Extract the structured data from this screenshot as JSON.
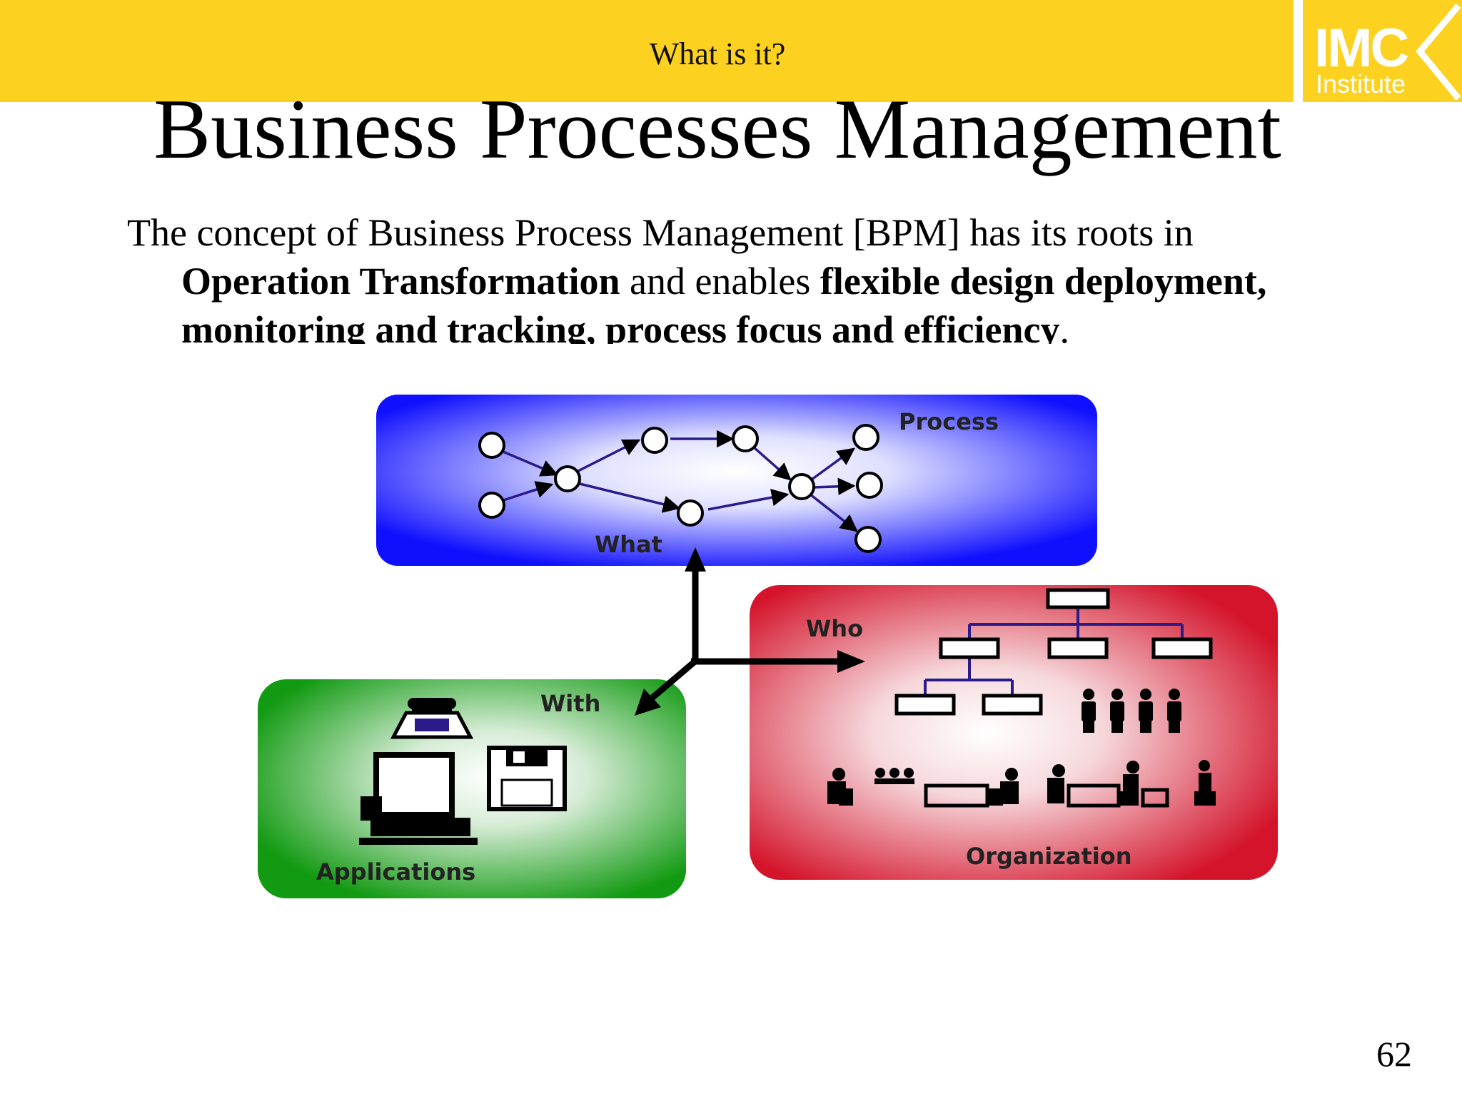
{
  "header": {
    "title": "What is it?"
  },
  "logo": {
    "mark": "IMC",
    "sub": "Institute"
  },
  "slide": {
    "title": "Business Processes Management",
    "intro": "The concept of Business Process Management [BPM] has its roots  in",
    "bold1": "Operation Transformation",
    "mid": " and enables ",
    "bold2": "flexible design deployment,",
    "bold3": "monitoring and tracking, process focus and efficiency",
    "end": "."
  },
  "diagram": {
    "process_label": "Process",
    "what_label": "What",
    "who_label": "Who",
    "with_label": "With",
    "applications_label": "Applications",
    "organization_label": "Organization",
    "colors": {
      "process": "#1a1aff",
      "applications": "#129a12",
      "organization": "#d4142b"
    }
  },
  "page_number": "62"
}
